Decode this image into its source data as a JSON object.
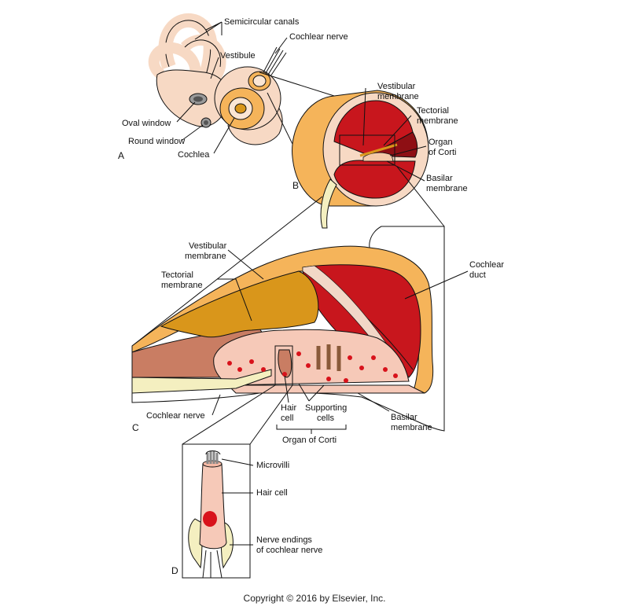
{
  "panels": {
    "a": "A",
    "b": "B",
    "c": "C",
    "d": "D"
  },
  "labels": {
    "semicircular_canals": "Semicircular canals",
    "cochlear_nerve_a": "Cochlear nerve",
    "vestibule": "Vestibule",
    "oval_window": "Oval window",
    "round_window": "Round window",
    "cochlea": "Cochlea",
    "b_vestibular_membrane": [
      "Vestibular",
      "membrane"
    ],
    "b_tectorial_membrane": [
      "Tectorial",
      "membrane"
    ],
    "b_organ_of_corti": [
      "Organ",
      "of Corti"
    ],
    "b_basilar_membrane": [
      "Basilar",
      "membrane"
    ],
    "c_vestibular_membrane": [
      "Vestibular",
      "membrane"
    ],
    "c_tectorial_membrane": [
      "Tectorial",
      "membrane"
    ],
    "c_cochlear_duct": [
      "Cochlear",
      "duct"
    ],
    "c_cochlear_nerve": "Cochlear nerve",
    "c_hair_cell": [
      "Hair",
      "cell"
    ],
    "c_supporting_cells": [
      "Supporting",
      "cells"
    ],
    "c_basilar_membrane": [
      "Basilar",
      "membrane"
    ],
    "c_organ_of_corti": "Organ of Corti",
    "d_microvilli": "Microvilli",
    "d_hair_cell": "Hair cell",
    "d_nerve_endings": [
      "Nerve endings",
      "of cochlear nerve"
    ]
  },
  "copyright": "Copyright © 2016 by Elsevier, Inc.",
  "colors": {
    "bone": "#f7d9c4",
    "cochlea_orange": "#f5b45a",
    "duct_red": "#c8161d",
    "tectorial": "#d9961b",
    "cell_pink": "#f6c9b8",
    "nucleus": "#d8121b",
    "nerve": "#f4efc0",
    "outline": "#111111"
  }
}
